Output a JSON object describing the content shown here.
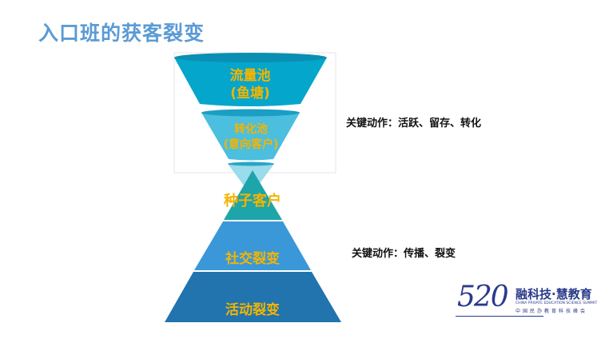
{
  "title": "入口班的获客裂变",
  "funnel": {
    "pool1": {
      "line1": "流量池",
      "line2": "(鱼塘)"
    },
    "pool2": {
      "line1": "转化池",
      "line2": "(意向客户)"
    }
  },
  "pyramid": {
    "tier1": "种子客户",
    "tier2": "社交裂变",
    "tier3": "活动裂变"
  },
  "notes": {
    "top": "关键动作：活跃、留存、转化",
    "bottom": "关键动作：传播、裂变"
  },
  "logo": {
    "number": "520",
    "name": "融科技·慧教育",
    "en": "CHINA PRIVATE EDUCATION SCIENCE SUMMIT",
    "cn": "中国民办教育科技峰会"
  },
  "colors": {
    "title": "#5b9bd5",
    "label": "#f5b400",
    "pool1": "#05a6cc",
    "pool2": "#4bbfdd",
    "pool3": "#9adbec",
    "tier1": "#1da5a9",
    "tier2": "#3a98d8",
    "tier3": "#2174ad"
  }
}
